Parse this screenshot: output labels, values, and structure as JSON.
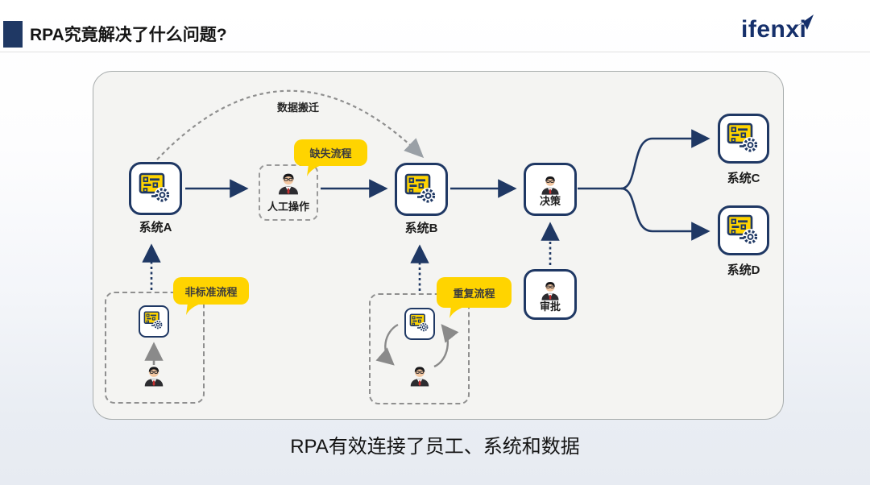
{
  "header": {
    "title": "RPA究竟解决了什么问题?",
    "logo_text": "ifenxi"
  },
  "diagram": {
    "arc_label": "数据搬迁",
    "system_a": "系统A",
    "system_b": "系统B",
    "system_c": "系统C",
    "system_d": "系统D",
    "manual_operation": "人工操作",
    "decision": "决策",
    "approval": "审批",
    "callout_missing": "缺失流程",
    "callout_non_standard": "非标准流程",
    "callout_repetitive": "重复流程"
  },
  "caption": "RPA有效连接了员工、系统和数据",
  "colors": {
    "accent_navy": "#1f3864",
    "accent_yellow": "#ffd400",
    "arrow_gray": "#8a8a8a"
  }
}
